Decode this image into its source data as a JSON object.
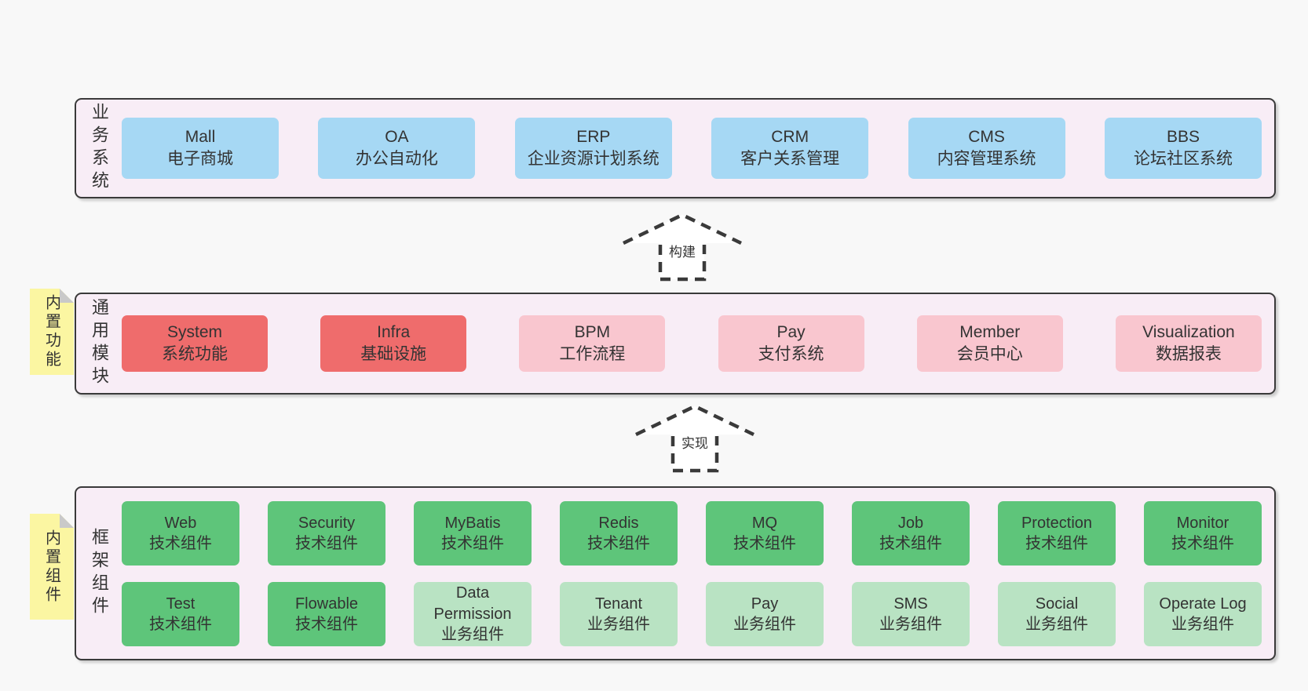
{
  "colors": {
    "page_bg": "#f8f8f8",
    "layer_bg": "#f8edf6",
    "layer_border": "#3a3a3a",
    "blue": "#a6d8f4",
    "red": "#ef6c6c",
    "pink": "#f9c6cf",
    "green": "#5ec57a",
    "green_light": "#b9e3c3",
    "sticky_yellow": "#fbf6a2",
    "sticky_fold": "#c9c9c9",
    "text": "#333333"
  },
  "layers": {
    "business": {
      "label": "业务系统",
      "boxes": [
        {
          "name": "Mall",
          "desc": "电子商城",
          "type": "blue"
        },
        {
          "name": "OA",
          "desc": "办公自动化",
          "type": "blue"
        },
        {
          "name": "ERP",
          "desc": "企业资源计划系统",
          "type": "blue"
        },
        {
          "name": "CRM",
          "desc": "客户关系管理",
          "type": "blue"
        },
        {
          "name": "CMS",
          "desc": "内容管理系统",
          "type": "blue"
        },
        {
          "name": "BBS",
          "desc": "论坛社区系统",
          "type": "blue"
        }
      ]
    },
    "modules": {
      "label": "通用模块",
      "sticky": "内置功能",
      "boxes": [
        {
          "name": "System",
          "desc": "系统功能",
          "type": "red"
        },
        {
          "name": "Infra",
          "desc": "基础设施",
          "type": "red"
        },
        {
          "name": "BPM",
          "desc": "工作流程",
          "type": "pink"
        },
        {
          "name": "Pay",
          "desc": "支付系统",
          "type": "pink"
        },
        {
          "name": "Member",
          "desc": "会员中心",
          "type": "pink"
        },
        {
          "name": "Visualization",
          "desc": "数据报表",
          "type": "pink"
        }
      ]
    },
    "components": {
      "label": "框架组件",
      "sticky": "内置组件",
      "rows": [
        [
          {
            "name": "Web",
            "desc": "技术组件",
            "type": "green"
          },
          {
            "name": "Security",
            "desc": "技术组件",
            "type": "green"
          },
          {
            "name": "MyBatis",
            "desc": "技术组件",
            "type": "green"
          },
          {
            "name": "Redis",
            "desc": "技术组件",
            "type": "green"
          },
          {
            "name": "MQ",
            "desc": "技术组件",
            "type": "green"
          },
          {
            "name": "Job",
            "desc": "技术组件",
            "type": "green"
          },
          {
            "name": "Protection",
            "desc": "技术组件",
            "type": "green"
          },
          {
            "name": "Monitor",
            "desc": "技术组件",
            "type": "green"
          }
        ],
        [
          {
            "name": "Test",
            "desc": "技术组件",
            "type": "green"
          },
          {
            "name": "Flowable",
            "desc": "技术组件",
            "type": "green"
          },
          {
            "name": "Data Permission",
            "desc": "业务组件",
            "type": "green-light"
          },
          {
            "name": "Tenant",
            "desc": "业务组件",
            "type": "green-light"
          },
          {
            "name": "Pay",
            "desc": "业务组件",
            "type": "green-light"
          },
          {
            "name": "SMS",
            "desc": "业务组件",
            "type": "green-light"
          },
          {
            "name": "Social",
            "desc": "业务组件",
            "type": "green-light"
          },
          {
            "name": "Operate Log",
            "desc": "业务组件",
            "type": "green-light"
          }
        ]
      ]
    }
  },
  "arrows": {
    "build": {
      "label": "构建"
    },
    "implement": {
      "label": "实现"
    }
  }
}
